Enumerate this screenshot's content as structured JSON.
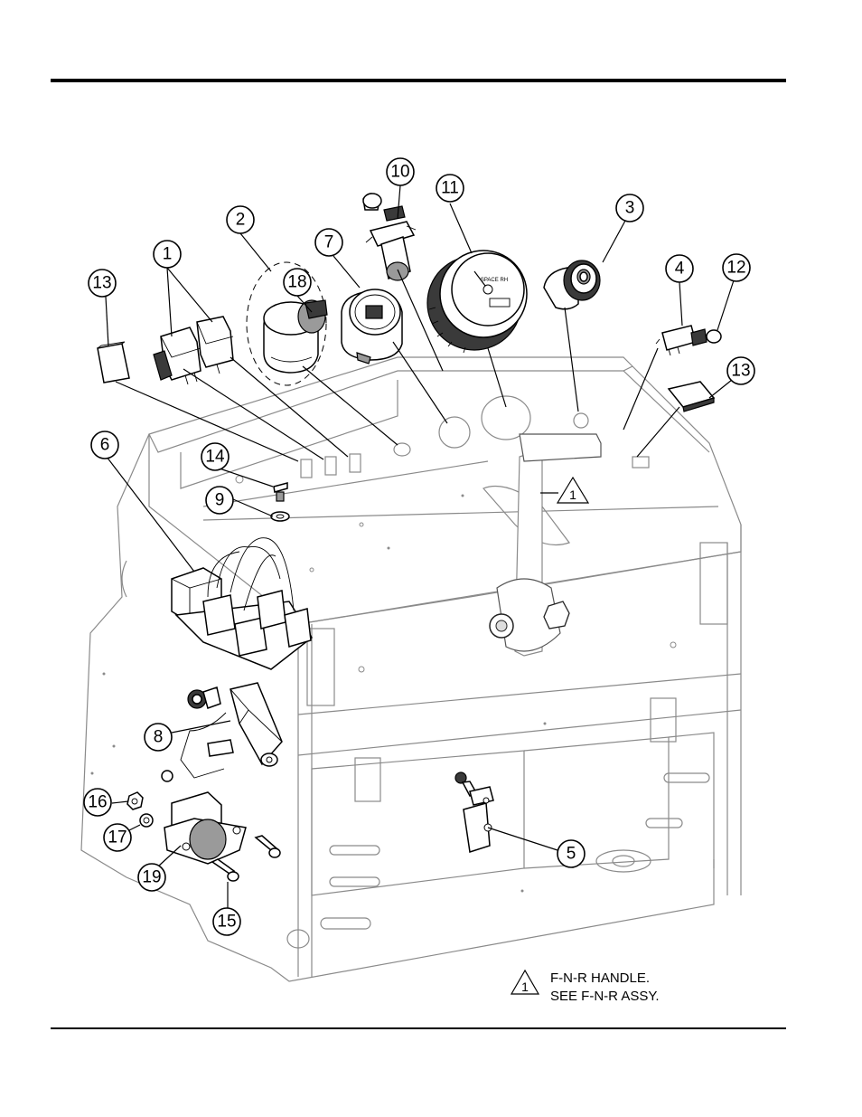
{
  "callouts": [
    {
      "id": "c1",
      "label": "1"
    },
    {
      "id": "c2",
      "label": "2"
    },
    {
      "id": "c3",
      "label": "3"
    },
    {
      "id": "c4",
      "label": "4"
    },
    {
      "id": "c5",
      "label": "5"
    },
    {
      "id": "c6",
      "label": "6"
    },
    {
      "id": "c7",
      "label": "7"
    },
    {
      "id": "c8",
      "label": "8"
    },
    {
      "id": "c9",
      "label": "9"
    },
    {
      "id": "c10",
      "label": "10"
    },
    {
      "id": "c11",
      "label": "11"
    },
    {
      "id": "c12",
      "label": "12"
    },
    {
      "id": "c13a",
      "label": "13"
    },
    {
      "id": "c13b",
      "label": "13"
    },
    {
      "id": "c14",
      "label": "14"
    },
    {
      "id": "c15",
      "label": "15"
    },
    {
      "id": "c16",
      "label": "16"
    },
    {
      "id": "c17",
      "label": "17"
    },
    {
      "id": "c18",
      "label": "18"
    },
    {
      "id": "c19",
      "label": "19"
    }
  ],
  "note": {
    "symbol": "1",
    "line1": "F-N-R HANDLE.",
    "line2": "SEE F-N-R ASSY."
  },
  "handle_marker": "1",
  "gauge_text": {
    "brand": "SPACE RH"
  }
}
